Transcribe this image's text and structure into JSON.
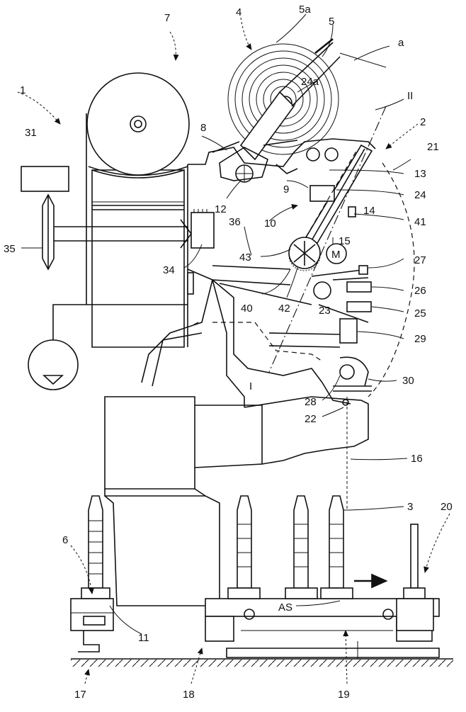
{
  "figure": {
    "labels": {
      "l1": "1",
      "l2": "2",
      "l3": "3",
      "l4": "4",
      "l5": "5",
      "l5a": "5a",
      "l6": "6",
      "l7": "7",
      "l8": "8",
      "l9": "9",
      "l10": "10",
      "l11": "11",
      "l12": "12",
      "l13": "13",
      "l14": "14",
      "l15": "15",
      "l16": "16",
      "l17": "17",
      "l18": "18",
      "l19": "19",
      "l20": "20",
      "l21": "21",
      "l22": "22",
      "l23": "23",
      "l24": "24",
      "l24a": "24a",
      "l25": "25",
      "l26": "26",
      "l27": "27",
      "l28": "28",
      "l29": "29",
      "l30": "30",
      "l31": "31",
      "l34": "34",
      "l35": "35",
      "l36": "36",
      "l40": "40",
      "l41": "41",
      "l42": "42",
      "l43": "43",
      "la": "a",
      "lII": "II",
      "lI": "I",
      "lAS": "AS",
      "motor": "M"
    }
  }
}
